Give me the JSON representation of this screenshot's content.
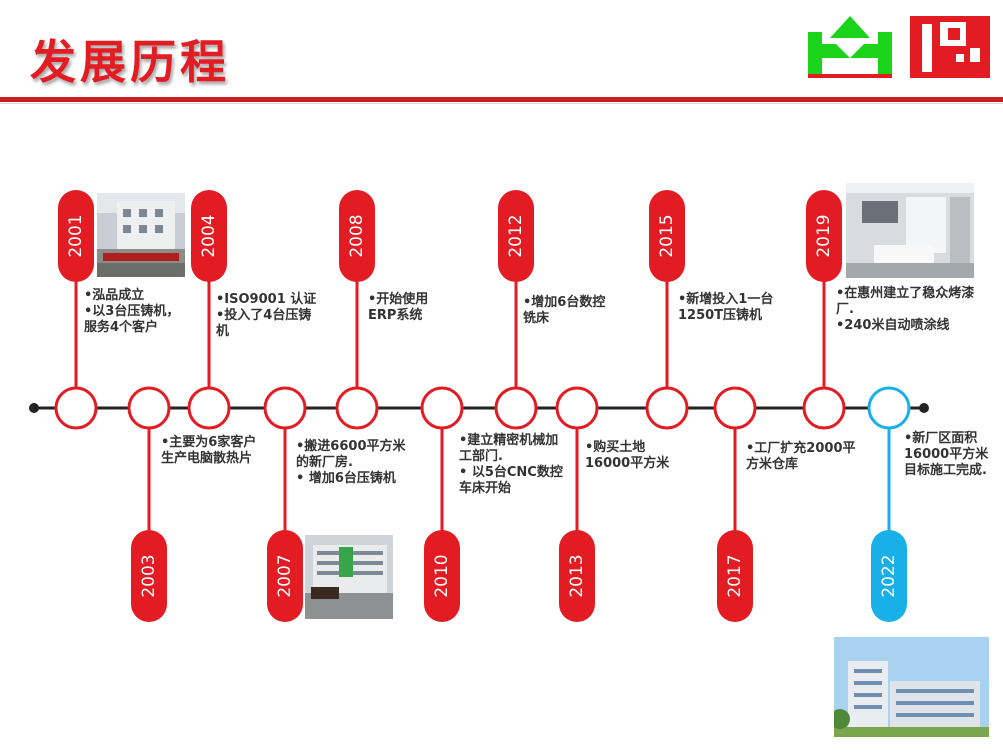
{
  "header": {
    "title": "发展历程"
  },
  "colors": {
    "accent": "#e31b23",
    "future": "#19b0e8",
    "logo_green": "#1cd31c",
    "logo_red": "#e31b23"
  },
  "milestones": [
    {
      "year": "2001",
      "note": "•泓品成立\n•以3台压铸机，\n服务4个客户"
    },
    {
      "year": "2003",
      "note": "•主要为6家客户\n生产电脑散热片"
    },
    {
      "year": "2004",
      "note": "•ISO9001 认证\n•投入了4台压铸\n机"
    },
    {
      "year": "2007",
      "note": "•搬进6600平方米\n的新厂房.\n• 增加6台压铸机"
    },
    {
      "year": "2008",
      "note": "•开始使用\nERP系统"
    },
    {
      "year": "2010",
      "note": "•建立精密机械加\n工部门.\n• 以5台CNC数控\n车床开始"
    },
    {
      "year": "2012",
      "note": "•增加6台数控\n铣床"
    },
    {
      "year": "2013",
      "note": "•购买土地\n16000平方米"
    },
    {
      "year": "2015",
      "note": "•新增投入1一台\n1250T压铸机"
    },
    {
      "year": "2017",
      "note": "•工厂扩充2000平\n方米仓库"
    },
    {
      "year": "2019",
      "note": "•在惠州建立了稳众烤漆\n厂.\n•240米自动喷涂线"
    },
    {
      "year": "2022",
      "note": "•新厂区面积\n16000平方米\n目标施工完成."
    }
  ]
}
